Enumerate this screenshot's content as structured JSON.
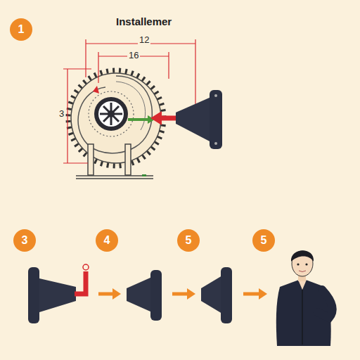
{
  "diagram": {
    "title": "Installemer",
    "nodes": [
      {
        "text": [
          "1"
        ]
      },
      {
        "text": [
          "3"
        ]
      },
      {
        "text": [
          "4"
        ]
      },
      {
        "text": [
          "5"
        ]
      },
      {
        "text": [
          "5"
        ]
      }
    ],
    "labels": [
      "12",
      "16",
      "3"
    ]
  }
}
